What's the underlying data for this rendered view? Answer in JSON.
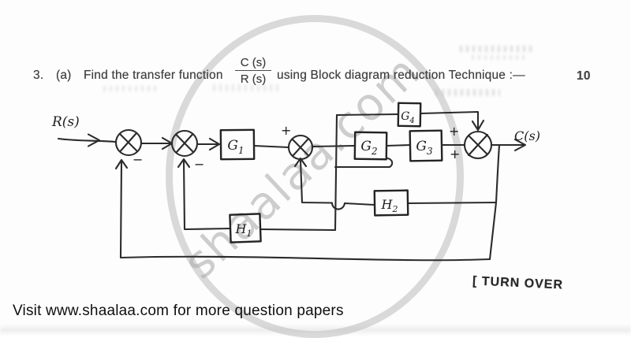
{
  "page": {
    "question": {
      "number": "3.",
      "part": "(a)",
      "text_before_fraction": "Find the transfer function",
      "fraction_numerator": "C (s)",
      "fraction_denominator": "R (s)",
      "text_after_fraction": "using Block diagram reduction Technique :—",
      "marks": "10"
    },
    "turn_over": "[ TURN OVER",
    "footer": {
      "text": "Visit www.shaalaa.com for more question papers"
    },
    "watermark": {
      "text": "shaalaa.com",
      "color": "#bbbbbb"
    }
  },
  "diagram": {
    "input_label": "R(s)",
    "output_label": "C(s)",
    "blocks": [
      {
        "id": "G1",
        "label": "G",
        "sub": "1"
      },
      {
        "id": "G2",
        "label": "G",
        "sub": "2"
      },
      {
        "id": "G3",
        "label": "G",
        "sub": "3"
      },
      {
        "id": "G4",
        "label": "G",
        "sub": "4"
      },
      {
        "id": "H1",
        "label": "H",
        "sub": "1"
      },
      {
        "id": "H2",
        "label": "H",
        "sub": "2"
      }
    ],
    "signs": {
      "sum1_feedback": "−",
      "sum2_feedback": "−",
      "sum3_input": "+",
      "sum4_top": "+",
      "sum4_main": "+"
    },
    "ink_color": "#2b2b2b"
  }
}
